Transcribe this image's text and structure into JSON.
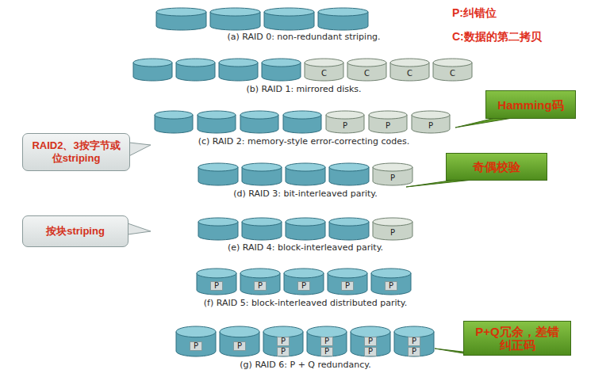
{
  "diagram": {
    "nodes": [
      {
        "text": [
          "C"
        ]
      },
      {
        "text": [
          "C"
        ]
      },
      {
        "text": [
          "C"
        ]
      },
      {
        "text": [
          "C"
        ]
      },
      {
        "text": [
          "Hamming码"
        ]
      },
      {
        "text": [
          "RAID2、3按字节或位striping"
        ]
      },
      {
        "text": [
          "P"
        ]
      },
      {
        "text": [
          "P"
        ]
      },
      {
        "text": [
          "P"
        ]
      },
      {
        "text": [
          "奇偶校验"
        ]
      },
      {
        "text": [
          "P"
        ]
      },
      {
        "text": [
          "按块striping"
        ]
      },
      {
        "text": [
          "P"
        ]
      },
      {
        "text": [
          "P"
        ]
      },
      {
        "text": [
          "P"
        ]
      },
      {
        "text": [
          "P"
        ]
      },
      {
        "text": [
          "P"
        ]
      },
      {
        "text": [
          "P"
        ]
      },
      {
        "text": [
          "P+Q冗余，差错纠正码"
        ]
      },
      {
        "text": [
          "P"
        ]
      },
      {
        "text": [
          "P"
        ]
      },
      {
        "text": [
          "P",
          "P"
        ]
      },
      {
        "text": [
          "P",
          "P"
        ]
      },
      {
        "text": [
          "P",
          "P"
        ]
      },
      {
        "text": [
          "P",
          "P"
        ]
      }
    ],
    "labels": [
      "P:纠错位",
      "C:数据的第二拷贝",
      "(a) RAID 0: non-redundant striping.",
      "(b) RAID 1: mirrored disks.",
      "(c) RAID 2: memory-style error-correcting codes.",
      "(d) RAID 3: bit-interleaved parity.",
      "(e) RAID 4: block-interleaved parity.",
      "(f) RAID 5: block-interleaved distributed parity.",
      "(g) RAID 6: P + Q redundancy."
    ]
  }
}
